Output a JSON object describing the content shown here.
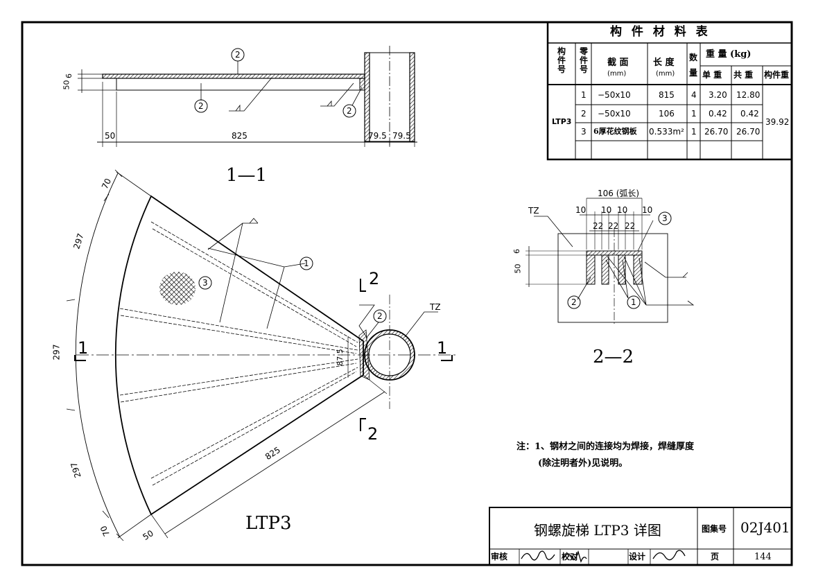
{
  "materials_table": {
    "title": "构 件 材 料 表",
    "headers": {
      "member_no": "构件号",
      "part_no": "零件号",
      "section": "截 面",
      "section_unit": "(mm)",
      "length": "长 度",
      "length_unit": "(mm)",
      "quantity": "数量",
      "weight": "重 量 (kg)",
      "unit_weight": "单 重",
      "total_weight": "共 重",
      "member_weight": "构件重"
    },
    "member": "LTP3",
    "member_weight_value": "39.92",
    "rows": [
      {
        "part": "1",
        "section": "−50x10",
        "length": "815",
        "qty": "4",
        "unit": "3.20",
        "total": "12.80"
      },
      {
        "part": "2",
        "section": "−50x10",
        "length": "106",
        "qty": "1",
        "unit": "0.42",
        "total": "0.42"
      },
      {
        "part": "3",
        "section": "6厚花纹钢板",
        "length": "0.533m²",
        "qty": "1",
        "unit": "26.70",
        "total": "26.70"
      }
    ]
  },
  "section_1": {
    "title": "1—1",
    "dims": {
      "d50": "50",
      "d825": "825",
      "d79a": "79.5",
      "d79b": "79.5",
      "d6": "6",
      "d50v": "50"
    },
    "callouts": [
      "2",
      "2",
      "2"
    ]
  },
  "section_2": {
    "title": "2—2",
    "tz": "TZ",
    "arc": "106 (弧长)",
    "top_dims": [
      "10",
      "10",
      "10",
      "10"
    ],
    "sub_dims": [
      "22",
      "22",
      "22"
    ],
    "dim_6": "6",
    "dim_50": "50",
    "callouts": [
      "3",
      "2",
      "1"
    ]
  },
  "plan": {
    "title": "LTP3",
    "tz": "TZ",
    "dims": {
      "d70a": "70",
      "d297a": "297",
      "d297b": "297",
      "d297c": "297",
      "d70b": "70",
      "d50": "50",
      "d825": "825",
      "d87": "87.5"
    },
    "callouts": [
      "1",
      "2",
      "3"
    ],
    "section_marks": {
      "left": "1",
      "right": "1",
      "top": "2",
      "bottom": "2"
    }
  },
  "note": {
    "line1": "注：1、钢材之间的连接均为焊接，焊缝厚度",
    "line2": "(除注明者外)见说明。"
  },
  "title_block": {
    "drawing_title": "钢螺旋梯 LTP3 详图",
    "set_label": "图集号",
    "set_no": "02J401",
    "review_label": "审核",
    "check_label": "校对",
    "design_label": "设计",
    "page_label": "页",
    "page_no": "144"
  }
}
